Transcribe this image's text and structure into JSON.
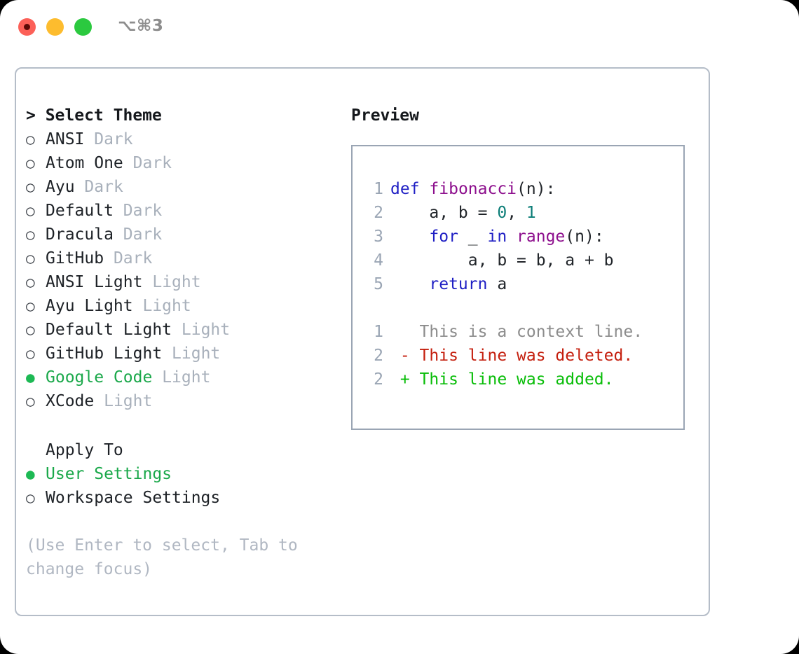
{
  "window": {
    "shortcut_label": "⌥⌘3",
    "traffic_lights": [
      {
        "name": "close",
        "color": "#fc6058"
      },
      {
        "name": "minimize",
        "color": "#fdbc2e"
      },
      {
        "name": "maximize",
        "color": "#2bc93f"
      }
    ]
  },
  "theme_picker": {
    "header": "> Select Theme",
    "selected_theme": "Google Code",
    "selected_color": "#1aa84a",
    "bullet_selected": "●",
    "bullet_unselected": "○",
    "items": [
      {
        "name": "ANSI",
        "variant": "Dark",
        "selected": false
      },
      {
        "name": "Atom One",
        "variant": "Dark",
        "selected": false
      },
      {
        "name": "Ayu",
        "variant": "Dark",
        "selected": false
      },
      {
        "name": "Default",
        "variant": "Dark",
        "selected": false
      },
      {
        "name": "Dracula",
        "variant": "Dark",
        "selected": false
      },
      {
        "name": "GitHub",
        "variant": "Dark",
        "selected": false
      },
      {
        "name": "ANSI Light",
        "variant": "Light",
        "selected": false
      },
      {
        "name": "Ayu Light",
        "variant": "Light",
        "selected": false
      },
      {
        "name": "Default Light",
        "variant": "Light",
        "selected": false
      },
      {
        "name": "GitHub Light",
        "variant": "Light",
        "selected": false
      },
      {
        "name": "Google Code",
        "variant": "Light",
        "selected": true
      },
      {
        "name": "XCode",
        "variant": "Light",
        "selected": false
      }
    ]
  },
  "apply_to": {
    "title": "Apply To",
    "options": [
      {
        "label": "User Settings",
        "selected": true
      },
      {
        "label": "Workspace Settings",
        "selected": false
      }
    ]
  },
  "hint": "(Use Enter to select, Tab to change focus)",
  "preview": {
    "title": "Preview",
    "code_lines": [
      {
        "lineno": "1",
        "tokens": [
          {
            "t": "def",
            "c": "kw"
          },
          {
            "t": " ",
            "c": "pl"
          },
          {
            "t": "fibonacci",
            "c": "fn"
          },
          {
            "t": "(n):",
            "c": "pl"
          }
        ]
      },
      {
        "lineno": "2",
        "tokens": [
          {
            "t": "    a, b = ",
            "c": "pl"
          },
          {
            "t": "0",
            "c": "num"
          },
          {
            "t": ", ",
            "c": "pl"
          },
          {
            "t": "1",
            "c": "num"
          }
        ]
      },
      {
        "lineno": "3",
        "tokens": [
          {
            "t": "    ",
            "c": "pl"
          },
          {
            "t": "for",
            "c": "kw"
          },
          {
            "t": " _ ",
            "c": "pl"
          },
          {
            "t": "in",
            "c": "kw"
          },
          {
            "t": " ",
            "c": "pl"
          },
          {
            "t": "range",
            "c": "fn"
          },
          {
            "t": "(n):",
            "c": "pl"
          }
        ]
      },
      {
        "lineno": "4",
        "tokens": [
          {
            "t": "        a, b = b, a + b",
            "c": "pl"
          }
        ]
      },
      {
        "lineno": "5",
        "tokens": [
          {
            "t": "    ",
            "c": "pl"
          },
          {
            "t": "return",
            "c": "kw"
          },
          {
            "t": " a",
            "c": "pl"
          }
        ]
      }
    ],
    "diff_lines": [
      {
        "lineno": "1",
        "marker": " ",
        "text": " This is a context line.",
        "kind": "context"
      },
      {
        "lineno": "2",
        "marker": "-",
        "text": " This line was deleted.",
        "kind": "del"
      },
      {
        "lineno": "2",
        "marker": "+",
        "text": " This line was added.",
        "kind": "add"
      }
    ],
    "colors": {
      "keyword": "#1f1fc4",
      "function": "#8d0f8d",
      "number": "#0b7d77",
      "plain": "#202429",
      "lineno": "#9aa5b4",
      "diff_context": "#8c8c8c",
      "diff_delete": "#c41e0d",
      "diff_add": "#08bd08",
      "border": "#9aa5b4"
    }
  }
}
